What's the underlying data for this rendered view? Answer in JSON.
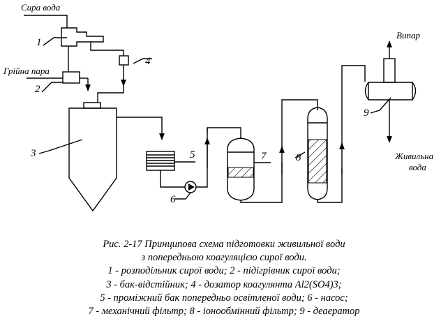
{
  "labels": {
    "raw_water": "Сира вода",
    "heating_steam": "Грійна пара",
    "vapor": "Випар",
    "feed_water_line1": "Живильна",
    "feed_water_line2": "вода"
  },
  "numbers": [
    "1",
    "2",
    "3",
    "4",
    "5",
    "6",
    "7",
    "8",
    "9"
  ],
  "caption": {
    "title_line1": "Рис. 2-17 Принципова схема підготовки живильної води",
    "title_line2": "з попередньою коагуляцією сирої води.",
    "legend_line1": "1 - розподільник сирої води; 2 - підігрівник сирої води;",
    "legend_line2": "3 - бак-відстійник; 4 - дозатор коагулянта Al2(SO4)3;",
    "legend_line3": "5 - проміжний бак попередньо освітленої води; 6 - насос;",
    "legend_line4": "7 - механічний фільтр; 8 - іонообмінний фільтр; 9 - деаератор"
  }
}
